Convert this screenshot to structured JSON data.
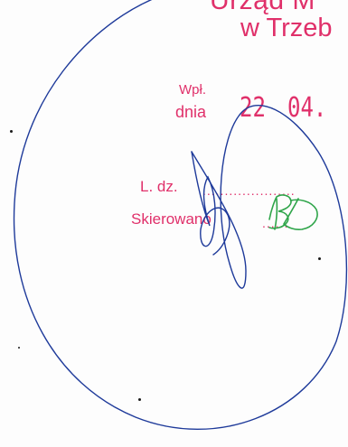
{
  "stamp": {
    "line1": "Urząd M",
    "line2": "w Trzeb",
    "received_label": "Wpł.",
    "date_label": "dnia",
    "date_day": "22",
    "date_month": "04.",
    "file_label": "L. dz.",
    "file_dots": ".....................",
    "assigned_label": "Skierowano",
    "assigned_dots": "......"
  },
  "colors": {
    "stamp": "#e0306a",
    "signature_ink": "#1e3a9a",
    "initials_ink": "#2fa54a",
    "paper": "#fdfdfd"
  }
}
